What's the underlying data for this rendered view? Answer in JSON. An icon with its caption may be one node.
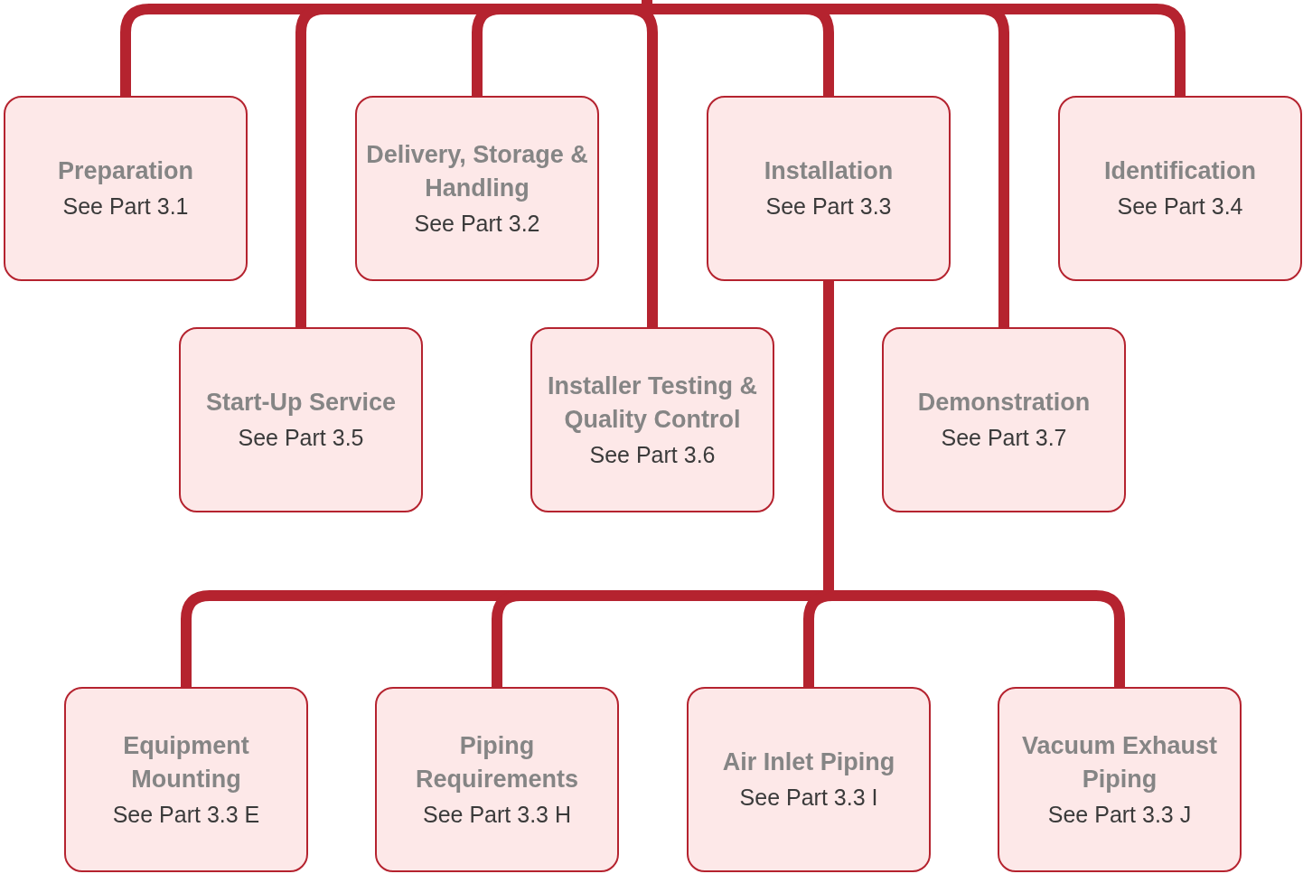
{
  "diagram": {
    "nodes": [
      {
        "text": [
          "Preparation",
          "See Part 3.1"
        ]
      },
      {
        "text": [
          "Delivery, Storage & Handling",
          "See Part 3.2"
        ]
      },
      {
        "text": [
          "Installation",
          "See Part 3.3"
        ]
      },
      {
        "text": [
          "Identification",
          "See Part 3.4"
        ]
      },
      {
        "text": [
          "Start-Up Service",
          "See Part 3.5"
        ]
      },
      {
        "text": [
          "Installer Testing & Quality Control",
          "See Part 3.6"
        ]
      },
      {
        "text": [
          "Demonstration",
          "See Part 3.7"
        ]
      },
      {
        "text": [
          "Equipment Mounting",
          "See Part 3.3 E"
        ]
      },
      {
        "text": [
          "Piping Requirements",
          "See Part 3.3 H"
        ]
      },
      {
        "text": [
          "Air Inlet Piping",
          "See Part 3.3 I"
        ]
      },
      {
        "text": [
          "Vacuum Exhaust Piping",
          "See Part 3.3 J"
        ]
      }
    ],
    "edges": [
      {
        "from": null,
        "to": 0,
        "arrow": "none"
      },
      {
        "from": null,
        "to": 1,
        "arrow": "none"
      },
      {
        "from": null,
        "to": 2,
        "arrow": "none"
      },
      {
        "from": null,
        "to": 3,
        "arrow": "none"
      },
      {
        "from": null,
        "to": 4,
        "arrow": "none"
      },
      {
        "from": null,
        "to": 5,
        "arrow": "none"
      },
      {
        "from": null,
        "to": 6,
        "arrow": "none"
      },
      {
        "from": 2,
        "to": 7,
        "arrow": "none"
      },
      {
        "from": 2,
        "to": 8,
        "arrow": "none"
      },
      {
        "from": 2,
        "to": 9,
        "arrow": "none"
      },
      {
        "from": 2,
        "to": 10,
        "arrow": "none"
      }
    ]
  }
}
